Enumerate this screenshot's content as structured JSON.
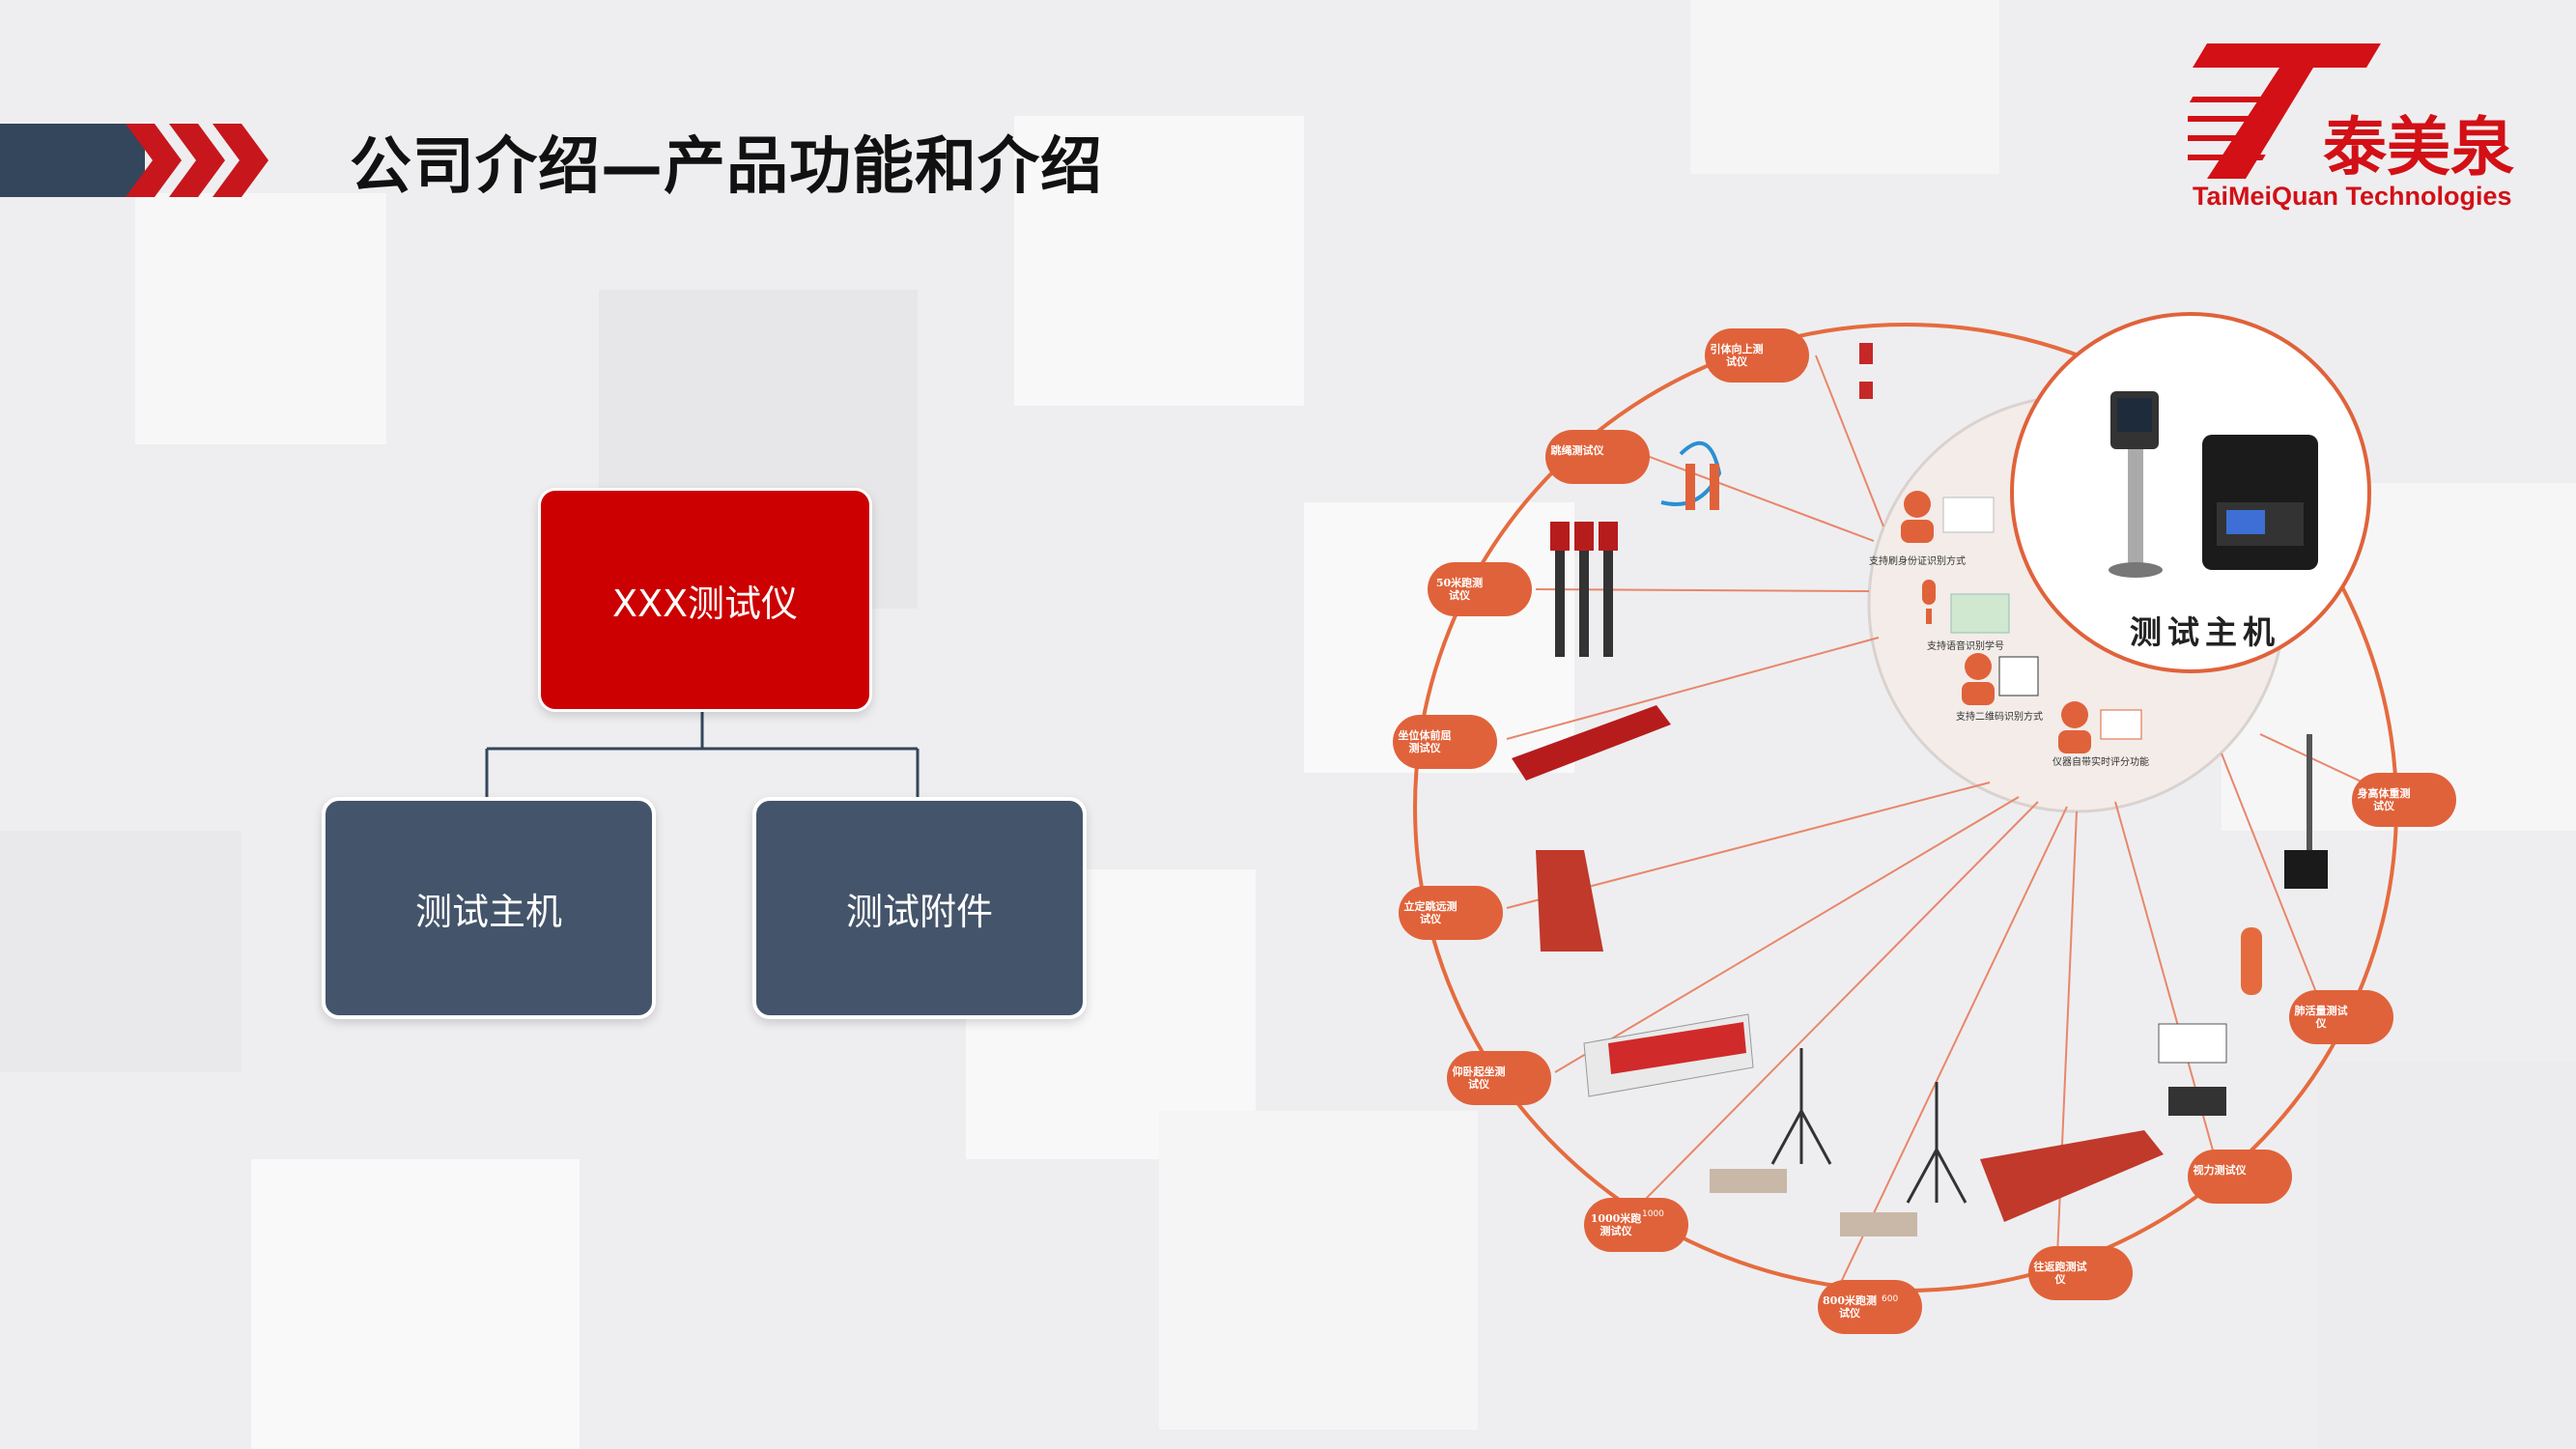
{
  "header": {
    "title": "公司介绍—产品功能和介绍"
  },
  "logo": {
    "name_cn": "泰美泉",
    "name_en": "TaiMeiQuan Technologies"
  },
  "tree": {
    "root": "XXX测试仪",
    "children": [
      "测试主机",
      "测试附件"
    ]
  },
  "product_diagram": {
    "hub_title": "测试主机",
    "features": [
      "支持刷身份证识别方式",
      "支持语音识别学号",
      "支持二维码识别方式",
      "仪器自带实时评分功能"
    ],
    "devices": [
      "引体向上测试仪",
      "跳绳测试仪",
      "50米跑测试仪",
      "坐位体前屈测试仪",
      "立定跳远测试仪",
      "仰卧起坐测试仪",
      "1000米跑测试仪",
      "800米跑测试仪",
      "往返跑测试仪",
      "视力测试仪",
      "肺活量测试仪",
      "身高体重测试仪"
    ],
    "counter_values": [
      "1000",
      "600"
    ]
  },
  "colors": {
    "accent_red": "#cc0000",
    "node_slate": "#44546a",
    "badge_orange": "#e0623a",
    "header_bar": "#34465c"
  }
}
